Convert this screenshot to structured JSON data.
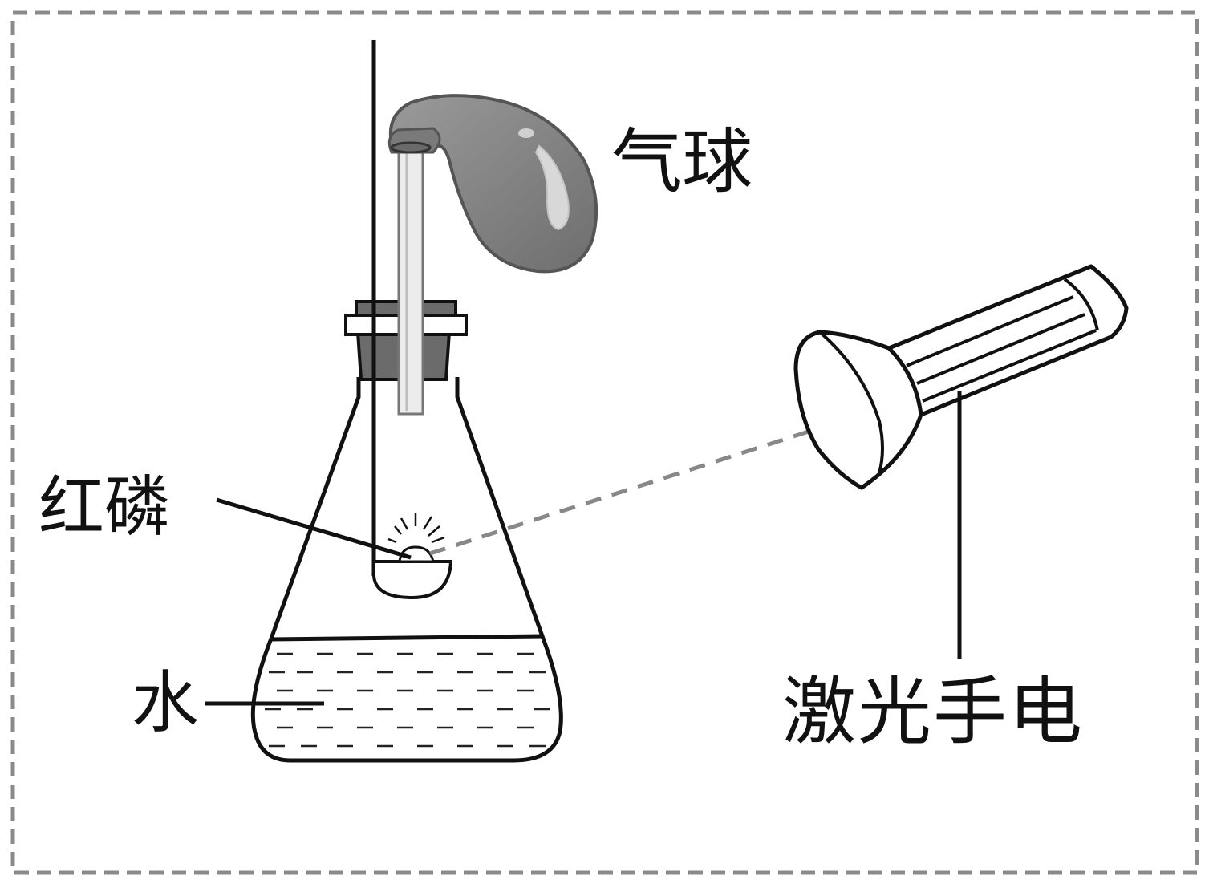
{
  "labels": {
    "balloon": "气球",
    "red_phosphorus": "红磷",
    "water": "水",
    "laser_flashlight": "激光手电"
  },
  "colors": {
    "frame_dash": "#8a8a8a",
    "balloon_fill": "#7f7f7f",
    "stopper_fill": "#6b6b6b",
    "laser_beam": "#888888",
    "line": "#111111"
  }
}
